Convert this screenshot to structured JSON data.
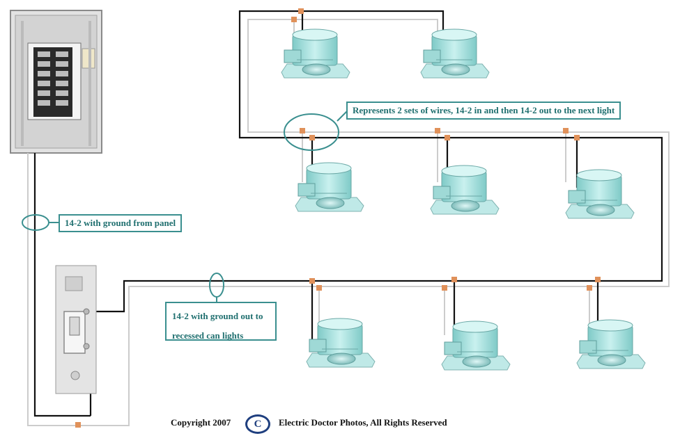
{
  "labels": {
    "represents": "Represents 2 sets of wires, 14-2 in and then 14-2 out to the next light",
    "panel_feed": "14-2 with ground from panel",
    "out_line1": "14-2 with ground out to",
    "out_line2": "recessed can lights"
  },
  "footer": {
    "copyright": "Copyright 2007",
    "copyright_symbol": "C",
    "credit": "Electric Doctor Photos,  All Rights Reserved"
  },
  "colors": {
    "hot_wire": "#111111",
    "neutral_wire": "#cccccc",
    "connector": "#e0915a",
    "label_border": "#3a8f8f",
    "label_text": "#1f6f6f",
    "fixture": "#a9e3e1"
  }
}
